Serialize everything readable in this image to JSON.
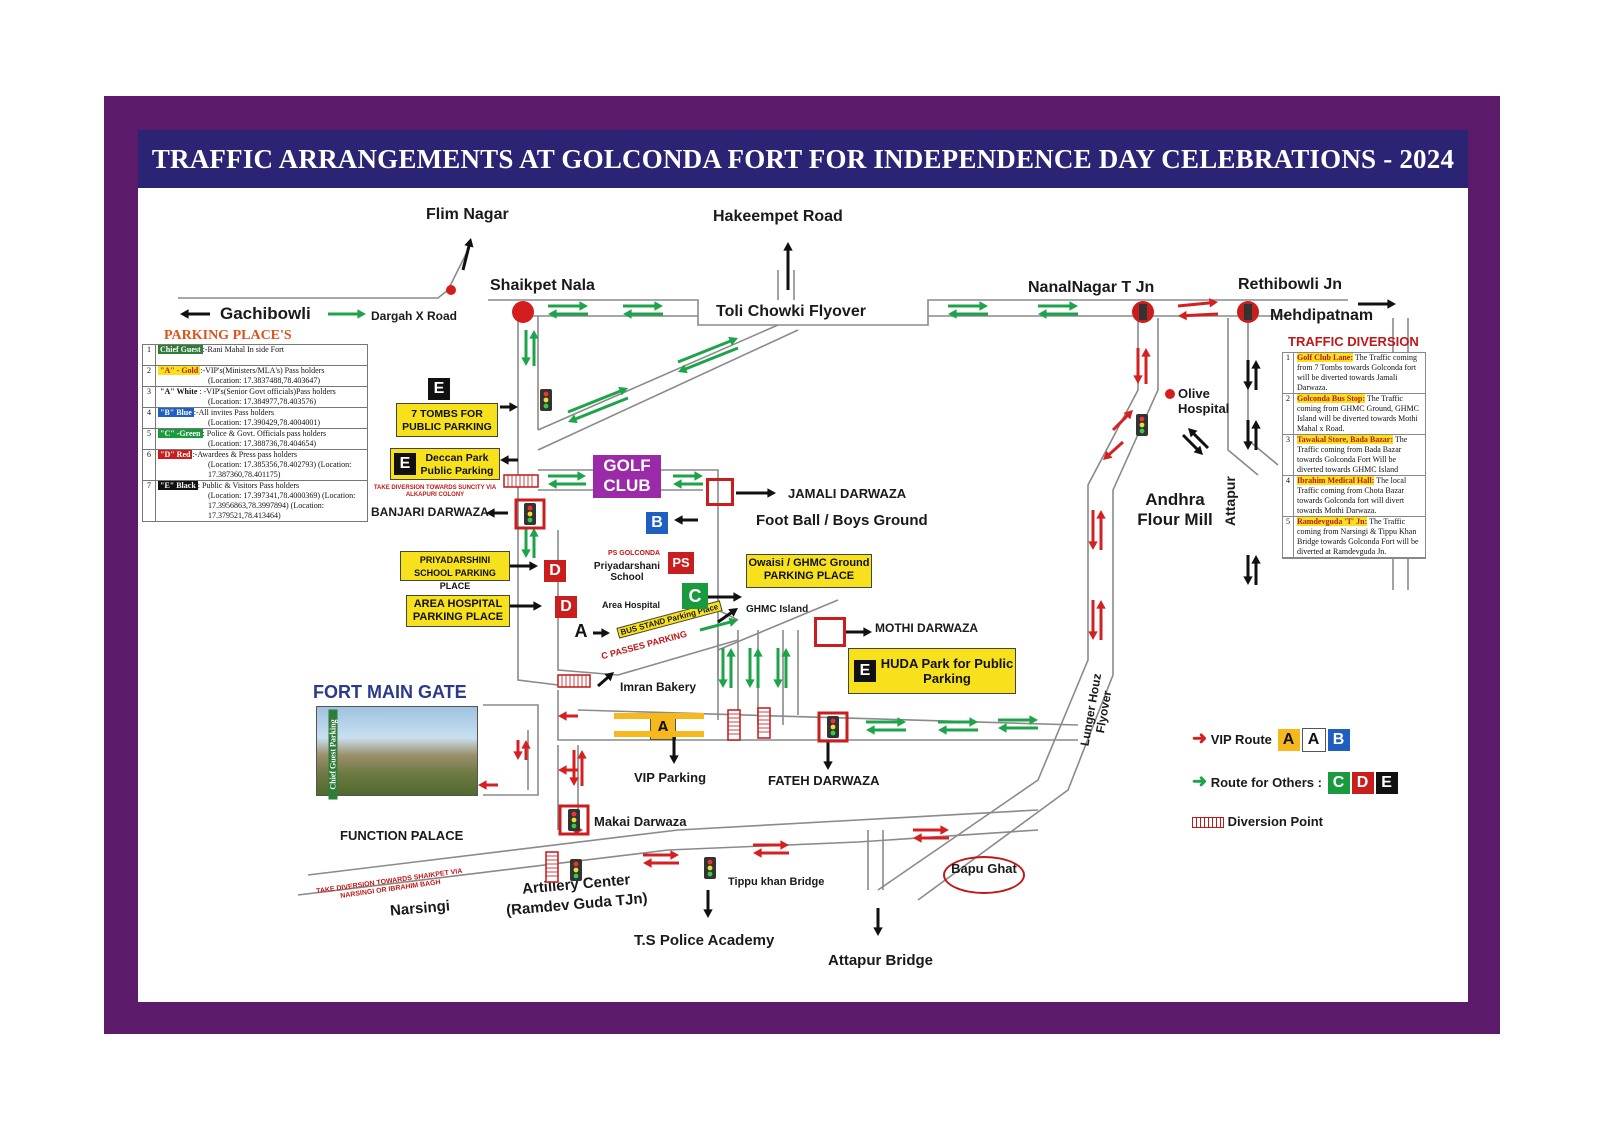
{
  "title": "TRAFFIC ARRANGEMENTS AT GOLCONDA FORT FOR INDEPENDENCE DAY CELEBRATIONS - 2024",
  "places": {
    "flim_nagar": "Flim Nagar",
    "hakeempet_road": "Hakeempet Road",
    "shaikpet_nala": "Shaikpet Nala",
    "gachibowli": "Gachibowli",
    "dargah_x_road": "Dargah X Road",
    "toli_chowki_flyover": "Toli Chowki Flyover",
    "nanalnagar": "NanalNagar T Jn",
    "rethibowli": "Rethibowli Jn",
    "mehdipatnam": "Mehdipatnam",
    "olive_hospital": "Olive Hospital",
    "andhra_flour_mill": "Andhra Flour Mill",
    "attapur": "Attapur",
    "jamali_darwaza": "JAMALI DARWAZA",
    "football_ground": "Foot Ball / Boys Ground",
    "banjari_darwaza": "BANJARI DARWAZA",
    "ps_golconda": "PS GOLCONDA",
    "priyadarshani_school": "Priyadarshani School",
    "area_hospital": "Area Hospital",
    "bus_stand": "BUS STAND Parking Place",
    "c_passes_parking": "C PASSES PARKING",
    "ghmc_island": "GHMC Island",
    "mothi_darwaza": "MOTHI DARWAZA",
    "fort_main_gate": "FORT MAIN GATE",
    "chief_guest_parking": "Chief Guest Parking",
    "imran_bakery": "Imran Bakery",
    "vip_parking": "VIP Parking",
    "fateh_darwaza": "FATEH DARWAZA",
    "lunger_houz": "Lunger Houz Flyover",
    "function_palace": "FUNCTION PALACE",
    "makai_darwaza": "Makai Darwaza",
    "artillery_center": "Artillery Center",
    "ramdev_guda": "(Ramdev Guda TJn)",
    "narsingi": "Narsingi",
    "tippu_khan_bridge": "Tippu khan Bridge",
    "ts_police_academy": "T.S Police Academy",
    "attapur_bridge": "Attapur Bridge",
    "bapu_ghat": "Bapu Ghat",
    "golf_club": "GOLF CLUB",
    "diversion_suncity": "TAKE DIVERSION TOWARDS SUNCITY VIA ALKAPURI COLONY",
    "diversion_shaikpet": "TAKE DIVERSION TOWARDS SHAIKPET VIA NARSINGI OR IBRAHIM BAGH"
  },
  "parking_boxes": {
    "seven_tombs": "7 TOMBS FOR PUBLIC PARKING",
    "deccan_park": "Deccan Park Public Parking",
    "priyadarshini_school": "PRIYADARSHINI SCHOOL PARKING PLACE",
    "area_hospital": "AREA HOSPITAL PARKING PLACE",
    "owaisi_ghmc": "Owaisi / GHMC Ground PARKING PLACE",
    "huda_park": "HUDA Park for Public Parking"
  },
  "parking_places": {
    "heading": "PARKING PLACE'S",
    "rows": [
      {
        "no": "1",
        "tag": "Chief Guest",
        "text": ":-Rani Mahal In side Fort",
        "loc": ""
      },
      {
        "no": "2",
        "tag": "\"A\" - Gold",
        "text": ":-VIP's(Ministers/MLA's) Pass holders",
        "loc": "(Location: 17.3837488,78.403647)"
      },
      {
        "no": "3",
        "tag": "\"A\" White",
        "text": ": -VIP's(Senior Govt officials)Pass holders",
        "loc": "(Location: 17.384977,78.403576)"
      },
      {
        "no": "4",
        "tag": "\"B\" Blue",
        "text": ":-All invites Pass holders",
        "loc": "(Location: 17.390429,78.4004001)"
      },
      {
        "no": "5",
        "tag": "\"C\" -Green",
        "text": ": Police & Govt. Officials pass holders",
        "loc": "(Location: 17.388736,78.404654)"
      },
      {
        "no": "6",
        "tag": "\"D\" Red",
        "text": ":-Awardees & Press pass holders",
        "loc": "(Location: 17.385356,78.402793) (Location: 17.387360,78.401175)"
      },
      {
        "no": "7",
        "tag": "\"E\" Black",
        "text": ": Public & Visitors Pass holders",
        "loc": "(Location: 17.397341,78.4000369) (Location: 17.3956863,78.3997894) (Location: 17.379521,78.413464)"
      }
    ]
  },
  "traffic_diversion": {
    "heading": "TRAFFIC DIVERSION",
    "rows": [
      {
        "no": "1",
        "place": "Golf Club Lane:",
        "text": "The Traffic coming from 7 Tombs towards Golconda fort will be diverted towards Jamali Darwaza."
      },
      {
        "no": "2",
        "place": "Golconda Bus Stop:",
        "text": "The Traffic coming from GHMC Ground, GHMC Island will be diverted towards Mothi Mahal x Road."
      },
      {
        "no": "3",
        "place": "Tawakal Store, Bada Bazar:",
        "text": "The Traffic coming from Bada Bazar towards Golconda Fort Will be diverted towards GHMC Island"
      },
      {
        "no": "4",
        "place": "Ibrahim Medical Hall:",
        "text": "The local Traffic coming from Chota Bazar towards Golconda fort will divert towards Mothi Darwaza."
      },
      {
        "no": "5",
        "place": "Ramdevguda 'T' Jn:",
        "text": "The Traffic coming from Narsingi & Tippu Khan Bridge towards Golconda Fort will be diverted at Ramdevguda Jn."
      }
    ]
  },
  "legend": {
    "vip_route": "VIP Route",
    "route_others": "Route for Others :",
    "diversion_point": "Diversion Point",
    "vip_keys": [
      "A",
      "A",
      "B"
    ],
    "other_keys": [
      "C",
      "D",
      "E"
    ]
  },
  "markers": {
    "A": "A",
    "B": "B",
    "C": "C",
    "D": "D",
    "E": "E",
    "PS": "PS"
  },
  "colors": {
    "frame": "#5c1a6b",
    "title_bg": "#2b2373",
    "vip_arrow": "#d42020",
    "others_arrow": "#1fa34a",
    "parking_yellow": "#f7e11d",
    "golf_purple": "#9b2aa8",
    "marker_blue": "#1f5fbf",
    "marker_green": "#1a9a3f",
    "marker_red": "#c81e1e"
  }
}
